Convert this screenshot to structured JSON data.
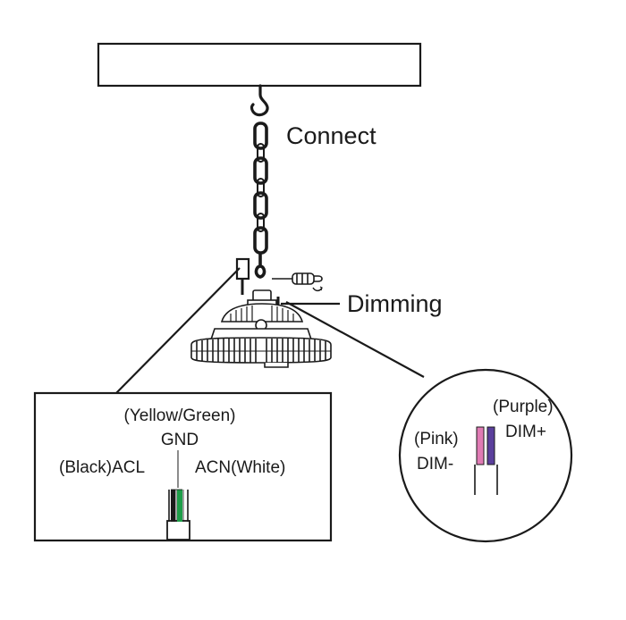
{
  "labels": {
    "connect": "Connect",
    "dimming": "Dimming"
  },
  "ac_box": {
    "gnd_color": "(Yellow/Green)",
    "gnd": "GND",
    "acl": "(Black)ACL",
    "acn": "ACN(White)"
  },
  "dim_circle": {
    "purple": "(Purple)",
    "dim_plus": "DIM+",
    "pink": "(Pink)",
    "dim_minus": "DIM-"
  },
  "colors": {
    "line": "#1a1a1a",
    "ground_wire": "#1f9e4a",
    "pink_wire": "#e07bb4",
    "purple_wire": "#5b3f9c"
  },
  "icons": [
    "ceiling-mount",
    "hook-icon",
    "chain-icon",
    "screwdriver-icon",
    "highbay-lamp-icon",
    "cable-icon"
  ]
}
